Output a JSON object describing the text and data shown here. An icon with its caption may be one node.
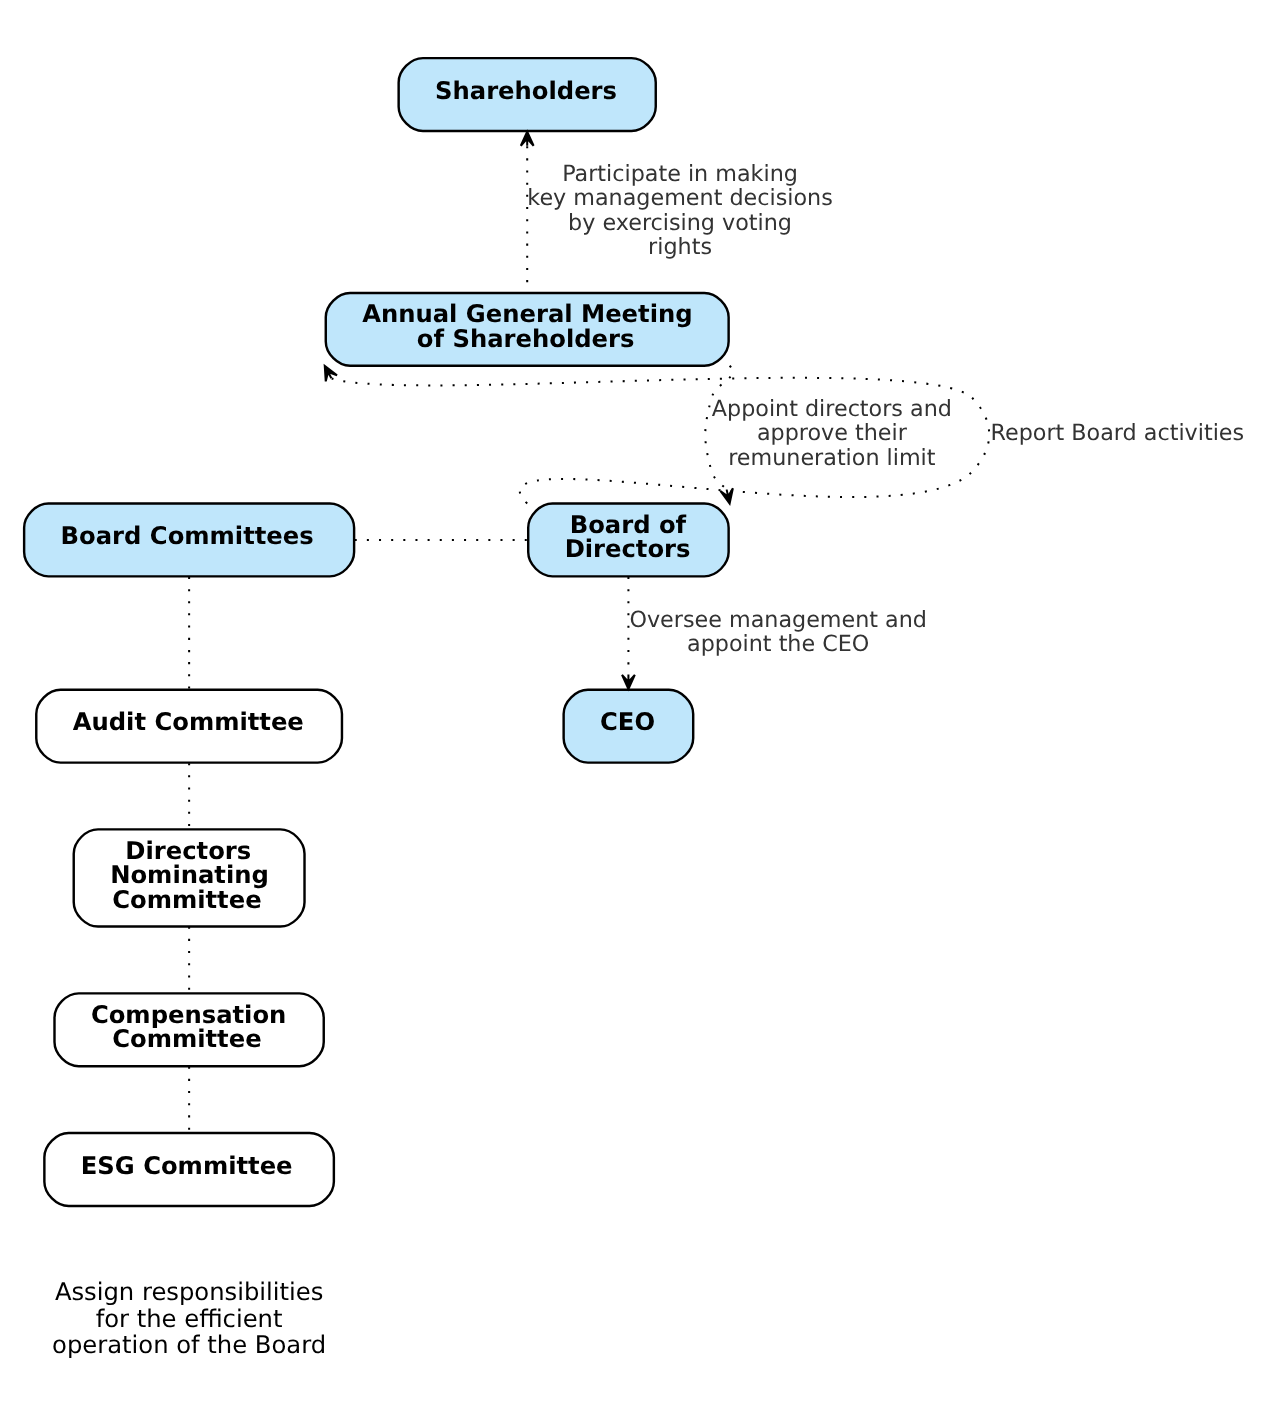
{
  "diagram": {
    "nodes": [
      {
        "text": [
          "Shareholders"
        ]
      },
      {
        "text": [
          "Annual General Meeting of Shareholders"
        ]
      },
      {
        "text": [
          "Board Committees"
        ]
      },
      {
        "text": [
          "Board of Directors"
        ]
      },
      {
        "text": [
          "CEO"
        ]
      },
      {
        "text": [
          "Audit Committee"
        ]
      },
      {
        "text": [
          "Directors Nominating Committee"
        ]
      },
      {
        "text": [
          "Compensation Committee"
        ]
      },
      {
        "text": [
          "ESG Committee"
        ]
      }
    ],
    "edges": [
      {
        "from": 1,
        "to": 0,
        "arrow": "to",
        "label": "Participate in making key management decisions by exercising voting rights"
      },
      {
        "from": 3,
        "to": 1,
        "arrow": "to",
        "label": "Report Board activities"
      },
      {
        "from": 1,
        "to": 3,
        "arrow": "to",
        "label": "Appoint directors and approve their remuneration limit"
      },
      {
        "from": 2,
        "to": 3,
        "arrow": "none"
      },
      {
        "from": 3,
        "to": 4,
        "arrow": "to",
        "label": "Oversee management and appoint the CEO"
      },
      {
        "from": 2,
        "to": 5,
        "arrow": "none"
      },
      {
        "from": 5,
        "to": 6,
        "arrow": "none"
      },
      {
        "from": 6,
        "to": 7,
        "arrow": "none"
      },
      {
        "from": 7,
        "to": 8,
        "arrow": "none"
      }
    ],
    "labels": [
      "Assign responsibilities for the efficient operation of the Board"
    ]
  }
}
